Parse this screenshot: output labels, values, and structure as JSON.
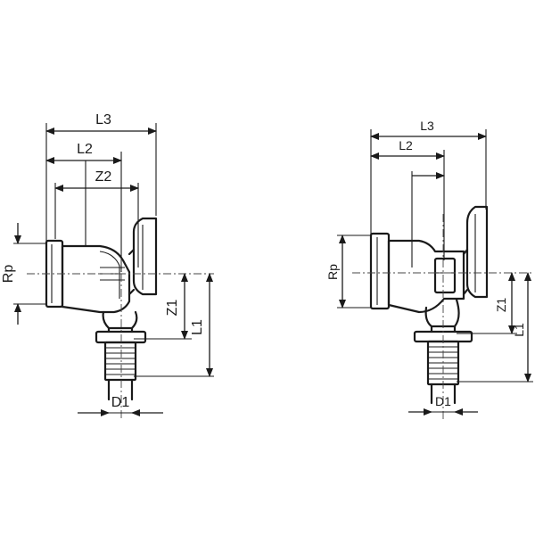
{
  "figures": [
    {
      "id": "left",
      "labels": {
        "L3": "L3",
        "L2": "L2",
        "Z2": "Z2",
        "Rp": "Rp",
        "Z1": "Z1",
        "L1": "L1",
        "D1": "D1"
      }
    },
    {
      "id": "right",
      "labels": {
        "L3": "L3",
        "L2": "L2",
        "Rp": "Rp",
        "Z1": "Z1",
        "L1": "L1",
        "D1": "D1"
      }
    }
  ]
}
